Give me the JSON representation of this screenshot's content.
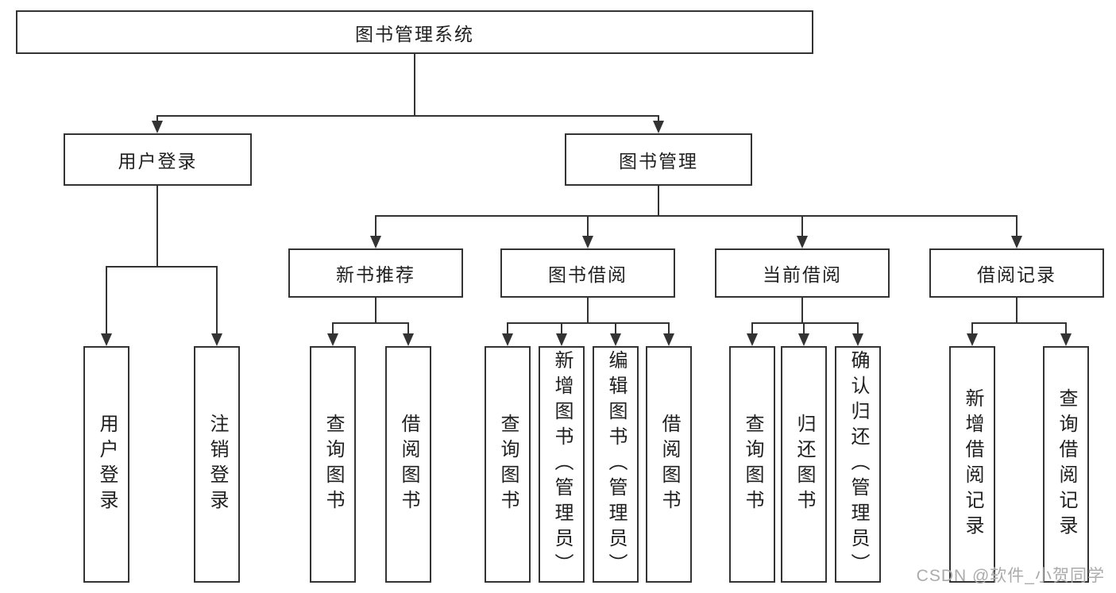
{
  "tree": {
    "root": {
      "label": "图书管理系统"
    },
    "branches": [
      {
        "label": "用户登录",
        "children": [
          {
            "label": "用户登录"
          },
          {
            "label": "注销登录"
          }
        ]
      },
      {
        "label": "图书管理",
        "groups": [
          {
            "label": "新书推荐",
            "children": [
              {
                "label": "查询图书"
              },
              {
                "label": "借阅图书"
              }
            ]
          },
          {
            "label": "图书借阅",
            "children": [
              {
                "label": "查询图书"
              },
              {
                "label": "新增图书（管理员）"
              },
              {
                "label": "编辑图书（管理员）"
              },
              {
                "label": "借阅图书"
              }
            ]
          },
          {
            "label": "当前借阅",
            "children": [
              {
                "label": "查询图书"
              },
              {
                "label": "归还图书"
              },
              {
                "label": "确认归还（管理员）"
              }
            ]
          },
          {
            "label": "借阅记录",
            "children": [
              {
                "label": "新增借阅记录"
              },
              {
                "label": "查询借阅记录"
              }
            ]
          }
        ]
      }
    ]
  },
  "watermark": {
    "text": "CSDN @软件_小贺同学"
  },
  "colors": {
    "line": "#333333",
    "box_border": "#333333",
    "text": "#1f1f1f",
    "background": "#ffffff",
    "watermark": "#ababab"
  }
}
